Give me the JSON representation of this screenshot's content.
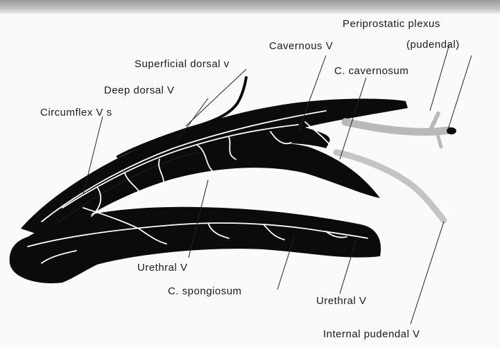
{
  "labels": {
    "periprostatic_plexus": "Periprostatic plexus",
    "pudendal": "(pudendal)",
    "cavernous_v": "Cavernous V",
    "superficial_dorsal_v": "Superficial dorsal v",
    "c_cavernosum": "C. cavernosum",
    "deep_dorsal_v": "Deep dorsal V",
    "circumflex_vs": "Circumflex V s",
    "urethral_v_upper": "Urethral V",
    "c_spongiosum": "C. spongiosum",
    "urethral_v_lower": "Urethral V",
    "internal_pudendal_v": "Internal pudendal V"
  },
  "colors": {
    "tissue": "#0b0b0b",
    "vessel": "#ffffff",
    "prostatic_vein": "#b9b9b9",
    "leader": "#222222"
  }
}
